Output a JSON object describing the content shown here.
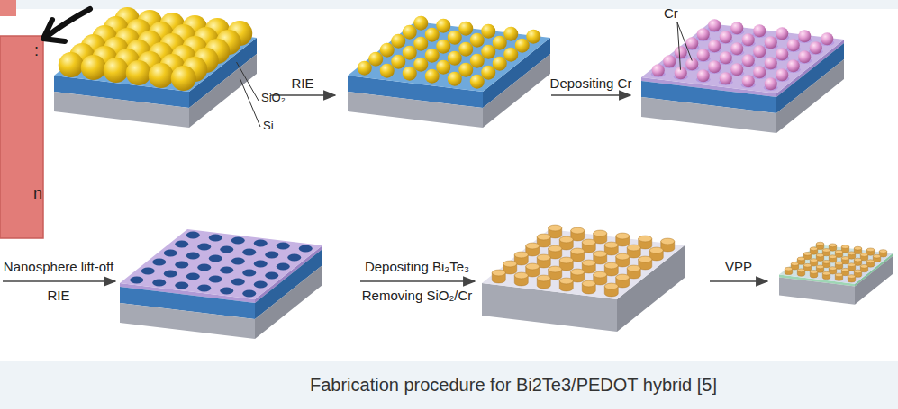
{
  "diagram": {
    "caption": "Fabrication procedure for Bi2Te3/PEDOT hybrid [5]",
    "labels": [
      ":",
      "n",
      "SiO₂",
      "Si",
      "RIE",
      "Depositing Cr",
      "Cr",
      "Nanosphere lift-off",
      "RIE",
      "Depositing Bi₂Te₃",
      "Removing SiO₂/Cr",
      "VPP"
    ]
  }
}
